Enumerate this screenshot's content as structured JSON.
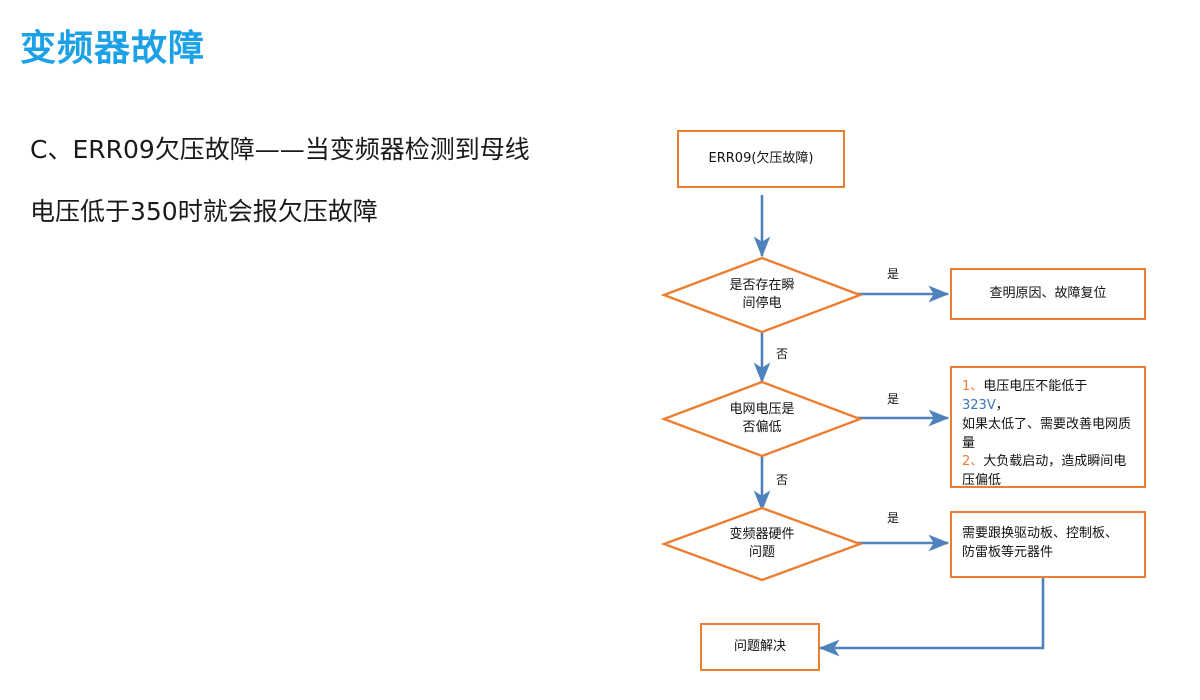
{
  "slide": {
    "title": "变频器故障",
    "title_color": "#1CA0E6",
    "paragraphs": [
      "C、ERR09欠压故障——当变频器检测到母线",
      "电压低于350时就会报欠压故障"
    ]
  },
  "flowchart": {
    "accent_border_color": "#ED7D31",
    "connector_color": "#4F81BD",
    "nodes": {
      "start": {
        "label": "ERR09(欠压故障)",
        "shape": "box"
      },
      "decision1": {
        "label_line1": "是否存在瞬",
        "label_line2": "间停电",
        "shape": "diamond"
      },
      "decision2": {
        "label_line1": "电网电压是",
        "label_line2": "否偏低",
        "shape": "diamond"
      },
      "decision3": {
        "label_line1": "变频器硬件",
        "label_line2": "问题",
        "shape": "diamond"
      },
      "action1": {
        "label": "查明原因、故障复位",
        "shape": "box"
      },
      "action2": {
        "shape": "box",
        "lines": [
          "1、电压电压不能低于323V，",
          "如果太低了、需要改善电网质",
          "量",
          "2、大负载启动，造成瞬间电",
          "压偏低"
        ],
        "item1_number": "1、",
        "item1_text_a": "电压电压不能低于",
        "item1_voltage": "323V",
        "item1_text_b": "，",
        "item1_cont": "如果太低了、需要改善电网质量",
        "item2_number": "2、",
        "item2_text": "大负载启动，造成瞬间电压偏低"
      },
      "action3": {
        "shape": "box",
        "lines": [
          "需要跟换驱动板、控制板、",
          "防雷板等元器件"
        ]
      },
      "end": {
        "label": "问题解决",
        "shape": "box"
      }
    },
    "edge_labels": {
      "yes1": "是",
      "yes2": "是",
      "yes3": "是",
      "no1": "否",
      "no2": "否"
    }
  }
}
